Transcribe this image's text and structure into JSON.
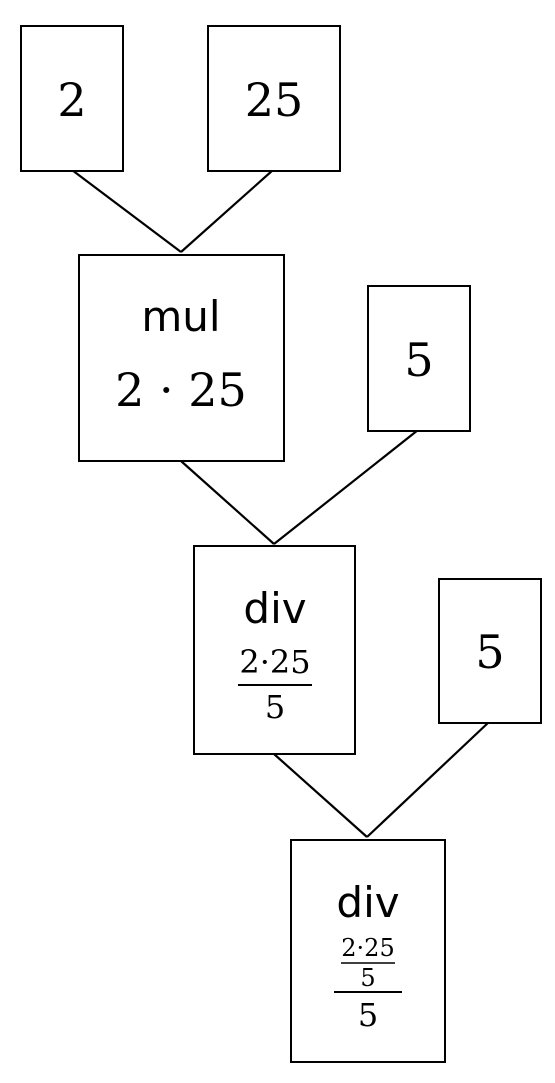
{
  "tree": {
    "leaf_2": {
      "value": "2"
    },
    "leaf_25": {
      "value": "25"
    },
    "mul_node": {
      "op": "mul",
      "expr": "2 · 25"
    },
    "leaf_5a": {
      "value": "5"
    },
    "div_node1": {
      "op": "div",
      "numerator": "2·25",
      "denominator": "5"
    },
    "leaf_5b": {
      "value": "5"
    },
    "div_node2": {
      "op": "div",
      "inner_numerator": "2·25",
      "inner_denominator": "5",
      "denominator": "5"
    }
  }
}
